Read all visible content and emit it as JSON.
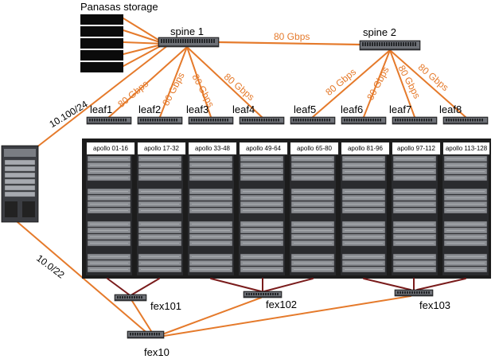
{
  "title": "Panasas storage",
  "colors": {
    "link": "#e57a2b",
    "fexlink": "#7a1c1c",
    "rack": "#1c1c1c",
    "server": "#8c8f94"
  },
  "spines": [
    {
      "label": "spine 1"
    },
    {
      "label": "spine 2"
    }
  ],
  "spine_link_label": "80 Gbps",
  "leaf_link_labels": [
    "80 Gbps",
    "80 Gbps",
    "80 Gbps",
    "80 Gbps",
    "80 Gbps",
    "80 Gbps",
    "80 Gbps",
    "80 Gbps"
  ],
  "leaves": [
    {
      "label": "leaf1",
      "rack": "apollo 01-16"
    },
    {
      "label": "leaf2",
      "rack": "apollo 17-32"
    },
    {
      "label": "leaf3",
      "rack": "apollo 33-48"
    },
    {
      "label": "leaf4",
      "rack": "apollo 49-64"
    },
    {
      "label": "leaf5",
      "rack": "apollo 65-80"
    },
    {
      "label": "leaf6",
      "rack": "apollo 81-96"
    },
    {
      "label": "leaf7",
      "rack": "apollo 97-112"
    },
    {
      "label": "leaf8",
      "rack": "apollo 113-128"
    }
  ],
  "fex": [
    {
      "label": "fex101"
    },
    {
      "label": "fex102"
    },
    {
      "label": "fex103"
    },
    {
      "label": "fex10"
    }
  ],
  "subnets": {
    "upper": "10.100/24",
    "lower": "10.0/22"
  },
  "icons": {
    "core_switch": "chassis-switch-icon",
    "storage": "storage-array-icon",
    "switch": "switch-icon",
    "server": "server-icon"
  }
}
